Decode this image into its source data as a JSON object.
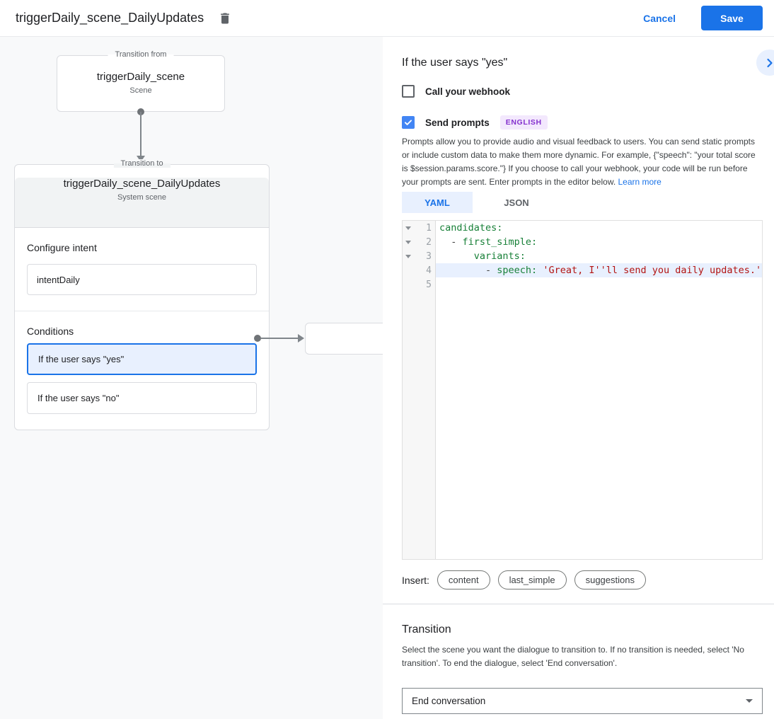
{
  "header": {
    "title": "triggerDaily_scene_DailyUpdates",
    "cancel_label": "Cancel",
    "save_label": "Save"
  },
  "flow": {
    "from_box": {
      "legend": "Transition from",
      "title": "triggerDaily_scene",
      "subtitle": "Scene"
    },
    "to_box": {
      "legend": "Transition to",
      "title": "triggerDaily_scene_DailyUpdates",
      "subtitle": "System scene"
    },
    "configure_intent": {
      "label": "Configure intent",
      "value": "intentDaily"
    },
    "conditions": {
      "label": "Conditions",
      "items": [
        {
          "label": "If the user says \"yes\"",
          "selected": true
        },
        {
          "label": "If the user says \"no\"",
          "selected": false
        }
      ]
    }
  },
  "panel": {
    "title": "If the user says \"yes\"",
    "webhook": {
      "label": "Call your webhook",
      "checked": false
    },
    "prompts": {
      "label": "Send prompts",
      "checked": true,
      "badge": "ENGLISH"
    },
    "description": "Prompts allow you to provide audio and visual feedback to users. You can send static prompts or include custom data to make them more dynamic. For example, {\"speech\": \"your total score is $session.params.score.\"} If you choose to call your webhook, your code will be run before your prompts are sent. Enter prompts in the editor below. ",
    "learn_more": "Learn more",
    "tabs": [
      {
        "label": "YAML",
        "active": true
      },
      {
        "label": "JSON",
        "active": false
      }
    ],
    "editor": {
      "lines": [
        {
          "num": "1",
          "fold": true,
          "hl": false,
          "code": [
            [
              "key",
              "candidates:"
            ]
          ]
        },
        {
          "num": "2",
          "fold": true,
          "hl": false,
          "code": [
            [
              "plain",
              "  - "
            ],
            [
              "key",
              "first_simple:"
            ]
          ]
        },
        {
          "num": "3",
          "fold": true,
          "hl": false,
          "code": [
            [
              "plain",
              "      "
            ],
            [
              "key",
              "variants:"
            ]
          ]
        },
        {
          "num": "4",
          "fold": false,
          "hl": true,
          "code": [
            [
              "plain",
              "        - "
            ],
            [
              "key",
              "speech: "
            ],
            [
              "str",
              "'Great, I''ll send you daily updates.'"
            ]
          ]
        },
        {
          "num": "5",
          "fold": false,
          "hl": false,
          "code": []
        }
      ]
    },
    "insert": {
      "label": "Insert:",
      "pills": [
        "content",
        "last_simple",
        "suggestions"
      ]
    },
    "transition": {
      "title": "Transition",
      "description": "Select the scene you want the dialogue to transition to. If no transition is needed, select 'No transition'. To end the dialogue, select 'End conversation'.",
      "selected_value": "End conversation"
    }
  },
  "colors": {
    "accent_blue": "#1a73e8",
    "checkbox_blue": "#4285f4",
    "selected_bg": "#e8f0fe",
    "badge_bg": "#f3e8fd",
    "badge_text": "#8430ce",
    "code_key_green": "#188038",
    "code_string_red": "#b31412"
  }
}
